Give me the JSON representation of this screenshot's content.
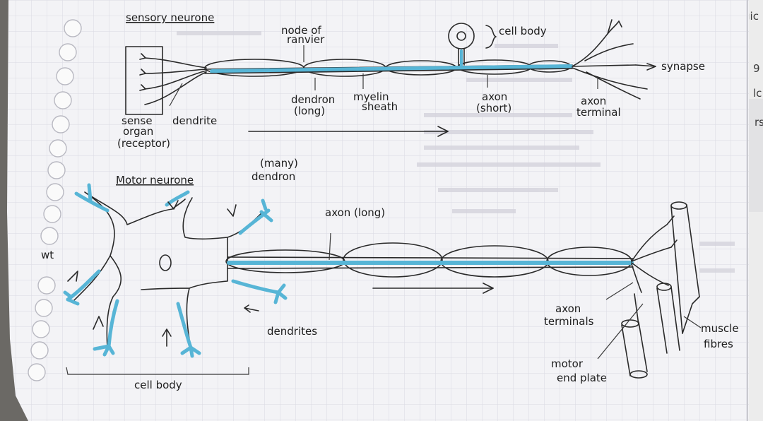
{
  "sensory": {
    "title": "sensory neurone",
    "labels": {
      "node_of_ranvier_1": "node of",
      "node_of_ranvier_2": "ranvier",
      "cell_body": "cell body",
      "synapse": "synapse",
      "dendron_1": "dendron",
      "dendron_2": "(long)",
      "myelin_1": "myelin",
      "myelin_2": "sheath",
      "axon_1": "axon",
      "axon_2": "(short)",
      "axon_terminal_1": "axon",
      "axon_terminal_2": "terminal",
      "sense_organ_1": "sense",
      "sense_organ_2": "organ",
      "sense_organ_3": "(receptor)",
      "dendrite": "dendrite"
    }
  },
  "motor": {
    "title": "Motor neurone",
    "labels": {
      "many_dendron_1": "(many)",
      "many_dendron_2": "dendron",
      "axon_long": "axon (long)",
      "dendrites": "dendrites",
      "cell_body": "cell body",
      "axon_terminals_1": "axon",
      "axon_terminals_2": "terminals",
      "motor_end_plate_1": "motor",
      "motor_end_plate_2": "end plate",
      "muscle_fibres_1": "muscle",
      "muscle_fibres_2": "fibres"
    }
  },
  "margin_note": "wt",
  "edge_text": {
    "line1": "gic",
    "line2": "9",
    "line3": "lc",
    "line4": "rs"
  },
  "colors": {
    "paper": "#f3f3f6",
    "grid": "#d9dae3",
    "ink": "#2a2a2a",
    "highlight": "#57b5d6",
    "background": "#6b6965"
  }
}
